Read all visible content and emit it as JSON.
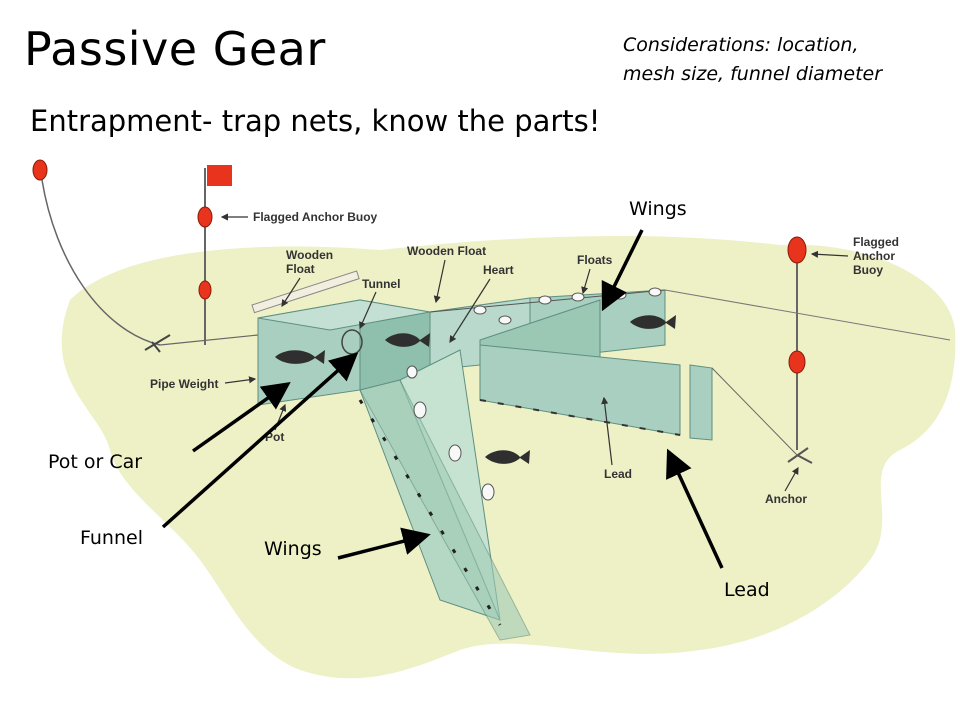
{
  "title": "Passive Gear",
  "subtitle": "Entrapment- trap nets, know the parts!",
  "considerations": {
    "line1": "Considerations: location,",
    "line2": "mesh size, funnel diameter"
  },
  "diagram_labels": {
    "flagged_anchor_buoy_left": "Flagged Anchor Buoy",
    "flagged_anchor_buoy_right": [
      "Flagged",
      "Anchor",
      "Buoy"
    ],
    "wooden_float_left": [
      "Wooden",
      "Float"
    ],
    "tunnel": "Tunnel",
    "wooden_float_center": "Wooden Float",
    "heart": "Heart",
    "floats": "Floats",
    "pipe_weight": "Pipe Weight",
    "pot": "Pot",
    "lead": "Lead",
    "anchor": "Anchor"
  },
  "callouts": {
    "wings_top": "Wings",
    "pot_or_car": "Pot or Car",
    "funnel": "Funnel",
    "wings_bottom": "Wings",
    "lead": "Lead"
  },
  "colors": {
    "background": "#ffffff",
    "water": "#eef0c6",
    "net": "#a9cfc0",
    "net_dark": "#7fb3a0",
    "buoy": "#e8341c",
    "flag": "#e8341c",
    "fish": "#2f2f2f"
  }
}
